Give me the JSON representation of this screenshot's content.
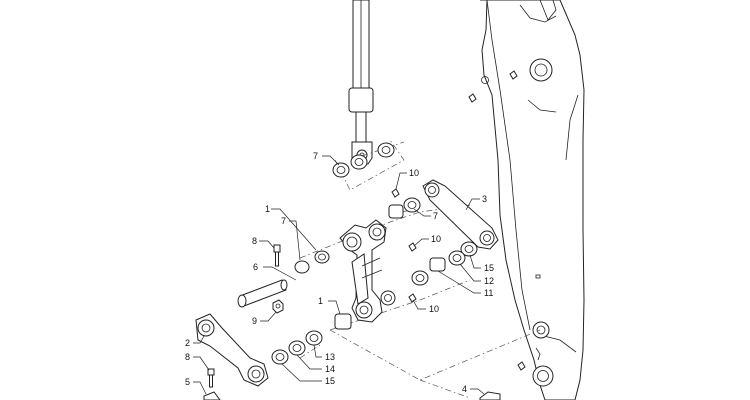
{
  "diagram": {
    "callouts": [
      {
        "id": "c7a",
        "text": "7"
      },
      {
        "id": "c10a",
        "text": "10"
      },
      {
        "id": "c3",
        "text": "3"
      },
      {
        "id": "c1a",
        "text": "1"
      },
      {
        "id": "c7b",
        "text": "7"
      },
      {
        "id": "c7c",
        "text": "7"
      },
      {
        "id": "c10b",
        "text": "10"
      },
      {
        "id": "c8a",
        "text": "8"
      },
      {
        "id": "c6",
        "text": "6"
      },
      {
        "id": "c15a",
        "text": "15"
      },
      {
        "id": "c12",
        "text": "12"
      },
      {
        "id": "c11",
        "text": "11"
      },
      {
        "id": "c1b",
        "text": "1"
      },
      {
        "id": "c10c",
        "text": "10"
      },
      {
        "id": "c9",
        "text": "9"
      },
      {
        "id": "c2",
        "text": "2"
      },
      {
        "id": "c13",
        "text": "13"
      },
      {
        "id": "c8b",
        "text": "8"
      },
      {
        "id": "c14",
        "text": "14"
      },
      {
        "id": "c15b",
        "text": "15"
      },
      {
        "id": "c5",
        "text": "5"
      },
      {
        "id": "c4",
        "text": "4"
      }
    ]
  }
}
